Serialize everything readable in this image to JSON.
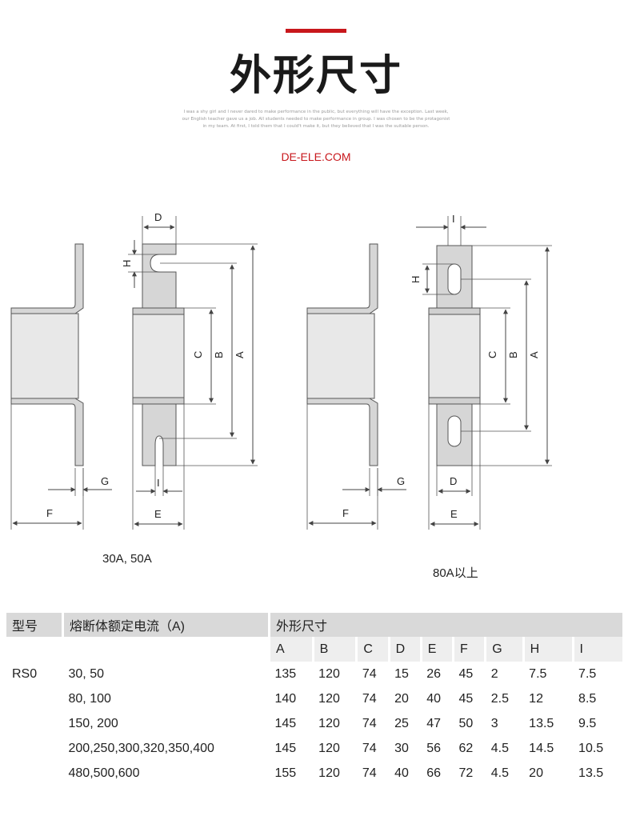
{
  "header": {
    "title": "外形尺寸",
    "tagline": "I was a shy girl and I never dared to make performance in the public, but everything will have the exception. Last week, our English teacher gave us a job. All students needed to make performance in group. I was chosen to be the protagonist in my team. At first, I told them that I could't make it, but they believed that I was the suitable person.",
    "site": "DE-ELE.COM",
    "accent_color": "#c8171c"
  },
  "diagram": {
    "labels": {
      "A": "A",
      "B": "B",
      "C": "C",
      "D": "D",
      "E": "E",
      "F": "F",
      "G": "G",
      "H": "H",
      "I": "I"
    },
    "caption_left": "30A, 50A",
    "caption_right": "80A以上"
  },
  "table": {
    "headers": {
      "model": "型号",
      "current": "熔断体额定电流（A)",
      "dimensions": "外形尺寸"
    },
    "columns": [
      "A",
      "B",
      "C",
      "D",
      "E",
      "F",
      "G",
      "H",
      "I"
    ],
    "rows": [
      {
        "model": "RS0",
        "current": "30, 50",
        "values": [
          "135",
          "120",
          "74",
          "15",
          "26",
          "45",
          "2",
          "7.5",
          "7.5"
        ]
      },
      {
        "model": "",
        "current": "80, 100",
        "values": [
          "140",
          "120",
          "74",
          "20",
          "40",
          "45",
          "2.5",
          "12",
          "8.5"
        ]
      },
      {
        "model": "",
        "current": "150, 200",
        "values": [
          "145",
          "120",
          "74",
          "25",
          "47",
          "50",
          "3",
          "13.5",
          "9.5"
        ]
      },
      {
        "model": "",
        "current": "200,250,300,320,350,400",
        "values": [
          "145",
          "120",
          "74",
          "30",
          "56",
          "62",
          "4.5",
          "14.5",
          "10.5"
        ]
      },
      {
        "model": "",
        "current": "480,500,600",
        "values": [
          "155",
          "120",
          "74",
          "40",
          "66",
          "72",
          "4.5",
          "20",
          "13.5"
        ]
      }
    ]
  }
}
